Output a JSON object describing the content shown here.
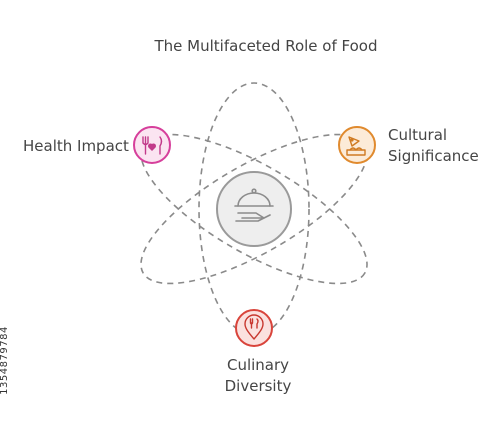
{
  "title": "The Multifaceted Role of Food",
  "nodes": {
    "health": {
      "label": "Health Impact",
      "color": "#d63f9b",
      "icon": "fork-knife-heart-icon"
    },
    "cultural": {
      "label_line1": "Cultural",
      "label_line2": "Significance",
      "color": "#e08a2e",
      "icon": "pizza-cake-icon"
    },
    "culinary": {
      "label_line1": "Culinary",
      "label_line2": "Diversity",
      "color": "#d9443b",
      "icon": "location-pin-utensils-icon"
    },
    "center": {
      "color": "#9a9a9a",
      "icon": "cloche-serving-hand-icon"
    }
  },
  "side_id": "1354879784"
}
